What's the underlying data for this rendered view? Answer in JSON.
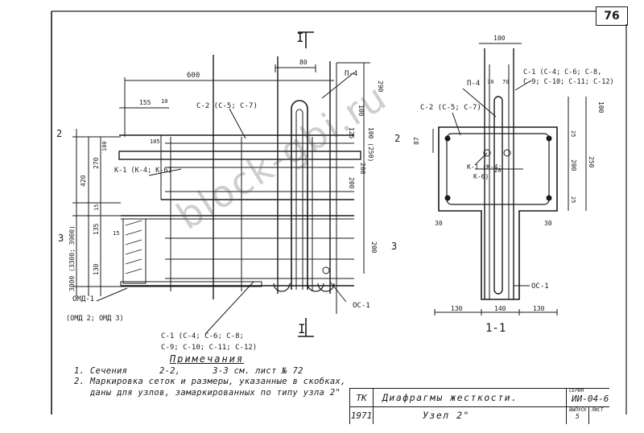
{
  "page_number": "76",
  "watermark": "block-gbi.ru",
  "section_marks": {
    "top": "I",
    "bottom": "I",
    "s2": "2",
    "s2r": "2",
    "s3": "3",
    "s3r": "3",
    "section_view": "1-1"
  },
  "left_view": {
    "dims_top": {
      "d600": "600",
      "d80": "80",
      "d155": "155",
      "d10": "10",
      "d290": "290",
      "d100": "100",
      "d125": "125",
      "d100_250": "100 (250)",
      "d200a": "200",
      "d200b": "200",
      "d200c": "200"
    },
    "dims_left": {
      "d100": "100",
      "d105": "105",
      "d270": "270",
      "d420": "420",
      "d15a": "15",
      "d135": "135",
      "d15b": "15",
      "d130": "130",
      "d3000": "3000 (3300; 3900)"
    },
    "labels": {
      "p4": "П-4",
      "c2": "С-2 (С-5; С-7)",
      "k1": "К-1 (К-4; К-6)",
      "omd1": "ОМД-1",
      "omd_alt": "(ОМД 2; ОМД 3)",
      "oc1": "ОС-1",
      "c1_line1": "С-1 (С-4; С-6; С-8;",
      "c1_line2": "С-9; С-10; С-11; С-12)"
    }
  },
  "right_view": {
    "dims": {
      "d100top": "100",
      "d70a": "70",
      "d70b": "70",
      "d100r": "100",
      "d87": "87",
      "d25a": "25",
      "d200": "200",
      "d250": "250",
      "d25b": "25",
      "d20": "20",
      "d30a": "30",
      "d30b": "30",
      "d130a": "130",
      "d140": "140",
      "d130b": "130"
    },
    "labels": {
      "p4": "П-4",
      "c1_line1": "С-1 (С-4; С-6; С-8,",
      "c1_line2": "С-9; С-10; С-11; С-12)",
      "c2": "С-2 (С-5; С-7)",
      "k1a": "К-1 (К-4;",
      "k1b": "К-6)",
      "oc1": "ОС-1"
    }
  },
  "notes": {
    "header": "Примечания",
    "n1": "1. Сечения      2-2,      3-3 см. лист № 72",
    "n2": "2. Маркировка сеток и размеры, указанные в скобках,",
    "n3": "   даны для узлов, замаркированных по типу узла 2\""
  },
  "title_block": {
    "org": "ТК",
    "year": "1971",
    "title": "Диафрагмы жесткости.",
    "subtitle": "Узел 2\"",
    "series_label": "СЕРИЯ",
    "series_value": "ИИ-04-6",
    "issue_label": "ВЫПУСК",
    "issue_value": "5",
    "sheet_label": "ЛИСТ"
  }
}
